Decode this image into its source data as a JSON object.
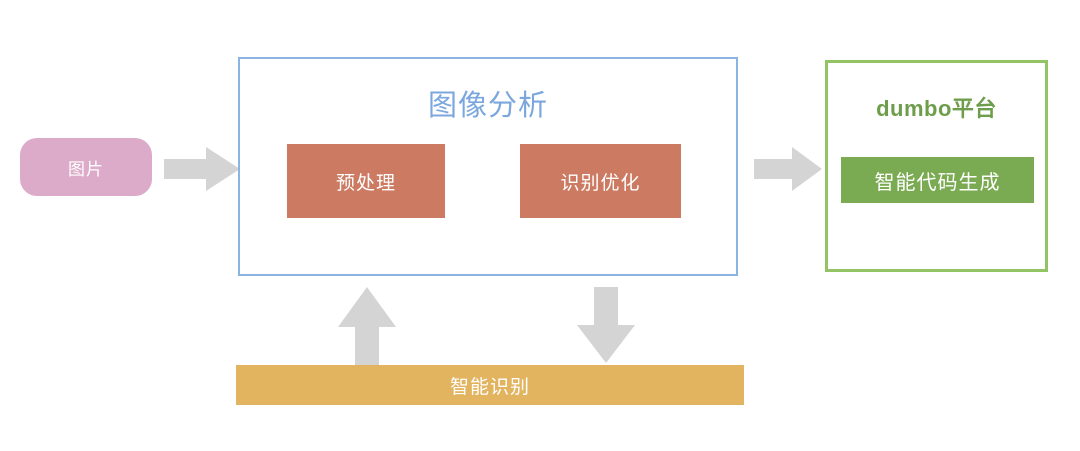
{
  "diagram": {
    "source": {
      "label": "图片",
      "color": "#dcabc9",
      "shape": "rounded-rect"
    },
    "analysis_panel": {
      "title": "图像分析",
      "border_color": "#8cb4e2",
      "title_color": "#7ba7dd",
      "steps": [
        {
          "label": "预处理",
          "color": "#cc7b62"
        },
        {
          "label": "识别优化",
          "color": "#cc7b62"
        }
      ]
    },
    "platform_panel": {
      "title": "dumbo平台",
      "border_color": "#92c364",
      "title_color": "#6e9e4b",
      "chip": {
        "label": "智能代码生成",
        "color": "#7aab52"
      }
    },
    "bottom_bar": {
      "label": "智能识别",
      "color": "#e3b45f"
    },
    "connectors": [
      {
        "name": "arrow-source-to-analysis",
        "direction": "right",
        "color": "#d4d4d4"
      },
      {
        "name": "arrow-analysis-to-platform",
        "direction": "right",
        "color": "#d4d4d4"
      },
      {
        "name": "arrow-recognition-to-analysis",
        "direction": "up",
        "color": "#d4d4d4"
      },
      {
        "name": "arrow-analysis-to-recognition",
        "direction": "down",
        "color": "#d4d4d4"
      }
    ]
  }
}
